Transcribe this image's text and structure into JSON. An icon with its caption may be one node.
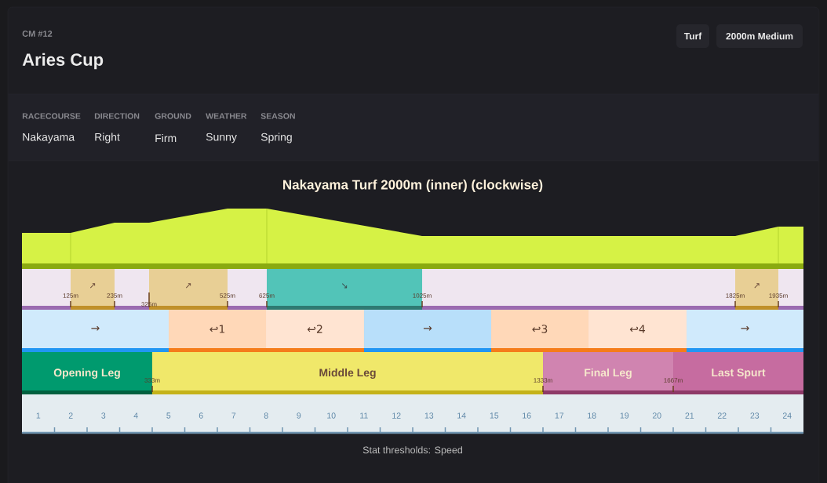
{
  "diagram": {
    "title": "Aries Cup",
    "nodes": [
      {
        "text": [
          "Turf"
        ]
      },
      {
        "text": [
          "2000m Medium"
        ]
      },
      {
        "text": [
          "↗"
        ]
      },
      {
        "text": [
          "↗"
        ]
      },
      {
        "text": [
          "↘"
        ]
      },
      {
        "text": [
          "↗"
        ]
      },
      {
        "text": [
          "→"
        ]
      },
      {
        "text": [
          "↩1"
        ]
      },
      {
        "text": [
          "↩2"
        ]
      },
      {
        "text": [
          "→"
        ]
      },
      {
        "text": [
          "↩3"
        ]
      },
      {
        "text": [
          "↩4"
        ]
      },
      {
        "text": [
          "→"
        ]
      },
      {
        "text": [
          "Opening Leg"
        ]
      },
      {
        "text": [
          "Middle Leg"
        ]
      },
      {
        "text": [
          "Final Leg"
        ]
      },
      {
        "text": [
          "Last Spurt"
        ]
      }
    ],
    "labels": [
      "CM #12",
      "RACECOURSE",
      "DIRECTION",
      "GROUND",
      "WEATHER",
      "SEASON",
      "Nakayama",
      "Right",
      "Firm",
      "Sunny",
      "Spring",
      "Nakayama Turf 2000m (inner) (clockwise)",
      "125m",
      "235m",
      "325m",
      "525m",
      "625m",
      "1025m",
      "1825m",
      "1935m",
      "333m",
      "1333m",
      "1667m",
      "1",
      "2",
      "3",
      "4",
      "5",
      "6",
      "7",
      "8",
      "9",
      "10",
      "11",
      "12",
      "13",
      "14",
      "15",
      "16",
      "17",
      "18",
      "19",
      "20",
      "21",
      "22",
      "23",
      "24",
      "Stat thresholds: Speed"
    ]
  }
}
